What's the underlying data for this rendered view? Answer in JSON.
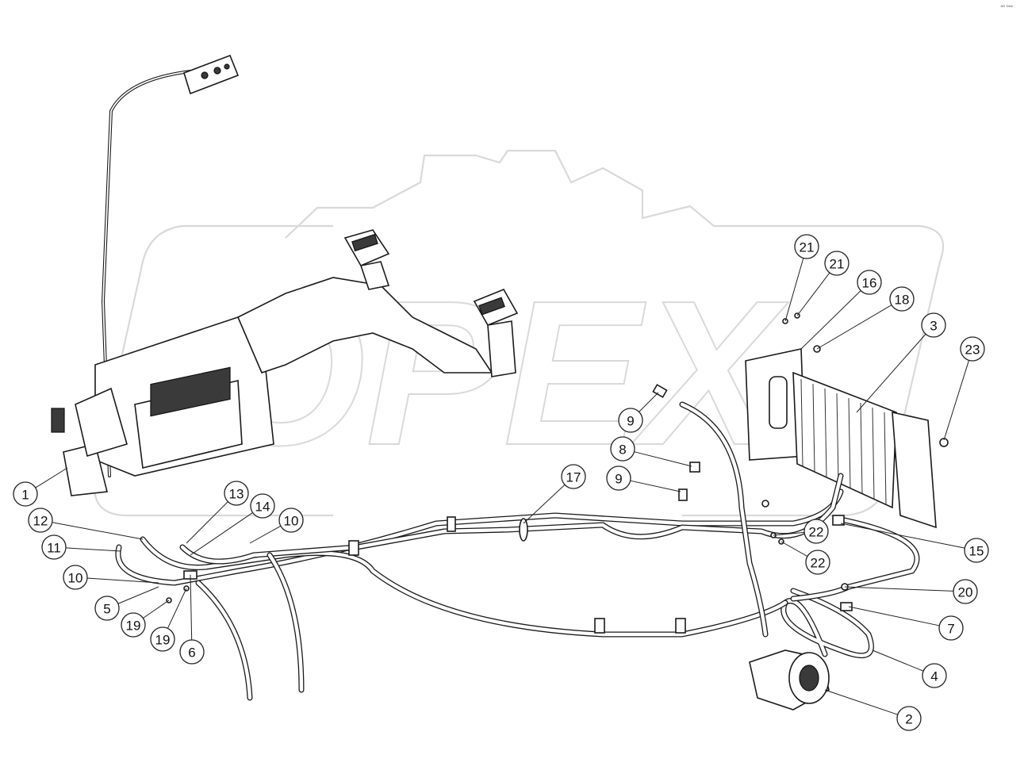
{
  "figure": {
    "corner_mark": "ᴬᴰ ᴰᴬᴬ",
    "watermark_text": "OPEX"
  },
  "callouts": [
    {
      "id": "c-1",
      "label": "1"
    },
    {
      "id": "c-2",
      "label": "2"
    },
    {
      "id": "c-3",
      "label": "3"
    },
    {
      "id": "c-4",
      "label": "4"
    },
    {
      "id": "c-5",
      "label": "5"
    },
    {
      "id": "c-6",
      "label": "6"
    },
    {
      "id": "c-7",
      "label": "7"
    },
    {
      "id": "c-8",
      "label": "8"
    },
    {
      "id": "c-9a",
      "label": "9"
    },
    {
      "id": "c-9b",
      "label": "9"
    },
    {
      "id": "c-10a",
      "label": "10"
    },
    {
      "id": "c-10b",
      "label": "10"
    },
    {
      "id": "c-11",
      "label": "11"
    },
    {
      "id": "c-12",
      "label": "12"
    },
    {
      "id": "c-13",
      "label": "13"
    },
    {
      "id": "c-14",
      "label": "14"
    },
    {
      "id": "c-15",
      "label": "15"
    },
    {
      "id": "c-16",
      "label": "16"
    },
    {
      "id": "c-17",
      "label": "17"
    },
    {
      "id": "c-18",
      "label": "18"
    },
    {
      "id": "c-19a",
      "label": "19"
    },
    {
      "id": "c-19b",
      "label": "19"
    },
    {
      "id": "c-20",
      "label": "20"
    },
    {
      "id": "c-21a",
      "label": "21"
    },
    {
      "id": "c-21b",
      "label": "21"
    },
    {
      "id": "c-22a",
      "label": "22"
    },
    {
      "id": "c-22b",
      "label": "22"
    },
    {
      "id": "c-23",
      "label": "23"
    }
  ]
}
